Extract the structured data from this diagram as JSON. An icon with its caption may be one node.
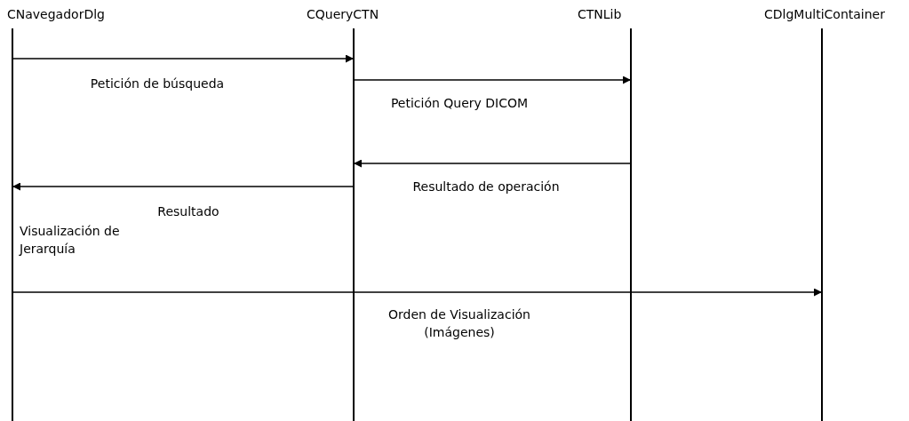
{
  "diagram": {
    "nodes": [
      {
        "text": [
          "CNavegadorDlg"
        ]
      },
      {
        "text": [
          "CQueryCTN"
        ]
      },
      {
        "text": [
          "CTNLib"
        ]
      },
      {
        "text": [
          "CDlgMultiContainer"
        ]
      }
    ],
    "edges": [
      {
        "from": 0,
        "to": 1,
        "arrow": "to",
        "label": "Petición de búsqueda"
      },
      {
        "from": 1,
        "to": 2,
        "arrow": "to",
        "label": "Petición Query DICOM"
      },
      {
        "from": 2,
        "to": 1,
        "arrow": "to",
        "label": "Resultado de operación"
      },
      {
        "from": 1,
        "to": 0,
        "arrow": "to",
        "label": "Resultado"
      },
      {
        "from": 0,
        "to": 3,
        "arrow": "to",
        "label": "Orden de Visualización (Imágenes)"
      }
    ],
    "labels": [
      "Visualización de Jerarquía"
    ]
  }
}
